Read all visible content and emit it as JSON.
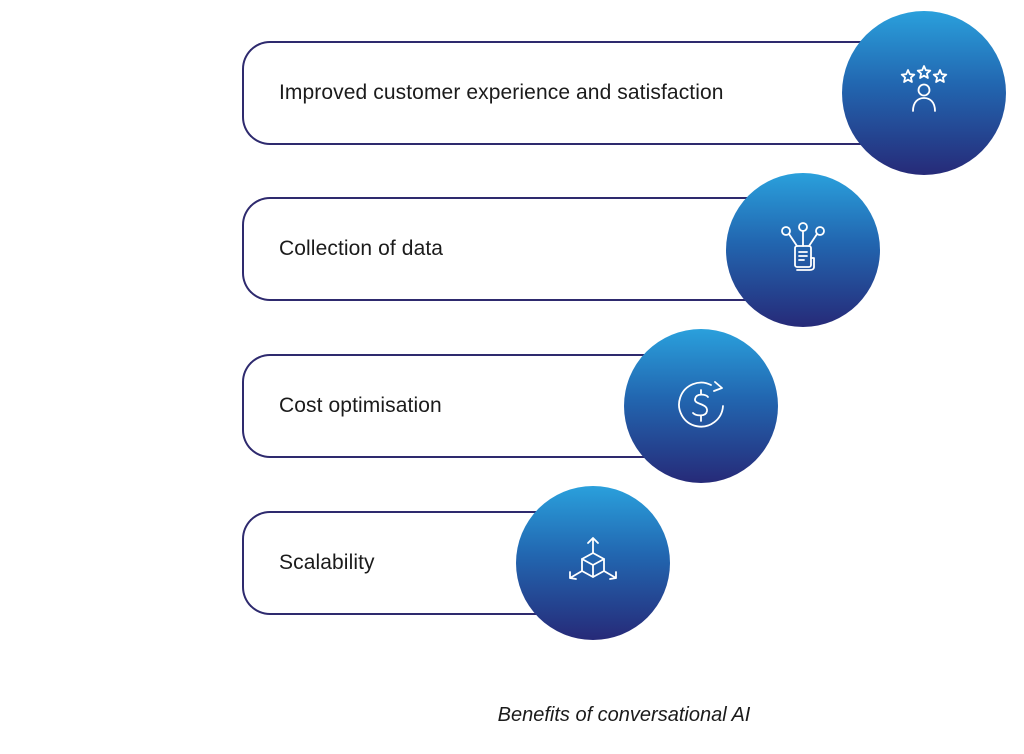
{
  "benefits": [
    {
      "label": "Improved customer experience and satisfaction",
      "icon": "customer-rating-icon"
    },
    {
      "label": "Collection of data",
      "icon": "data-collection-icon"
    },
    {
      "label": "Cost optimisation",
      "icon": "cost-cycle-icon"
    },
    {
      "label": "Scalability",
      "icon": "scalability-cube-icon"
    }
  ],
  "caption": "Benefits of conversational AI",
  "colors": {
    "border": "#2e2a6e",
    "circle_top": "#2aa0dc",
    "circle_bottom": "#262a78",
    "icon": "#ffffff"
  }
}
